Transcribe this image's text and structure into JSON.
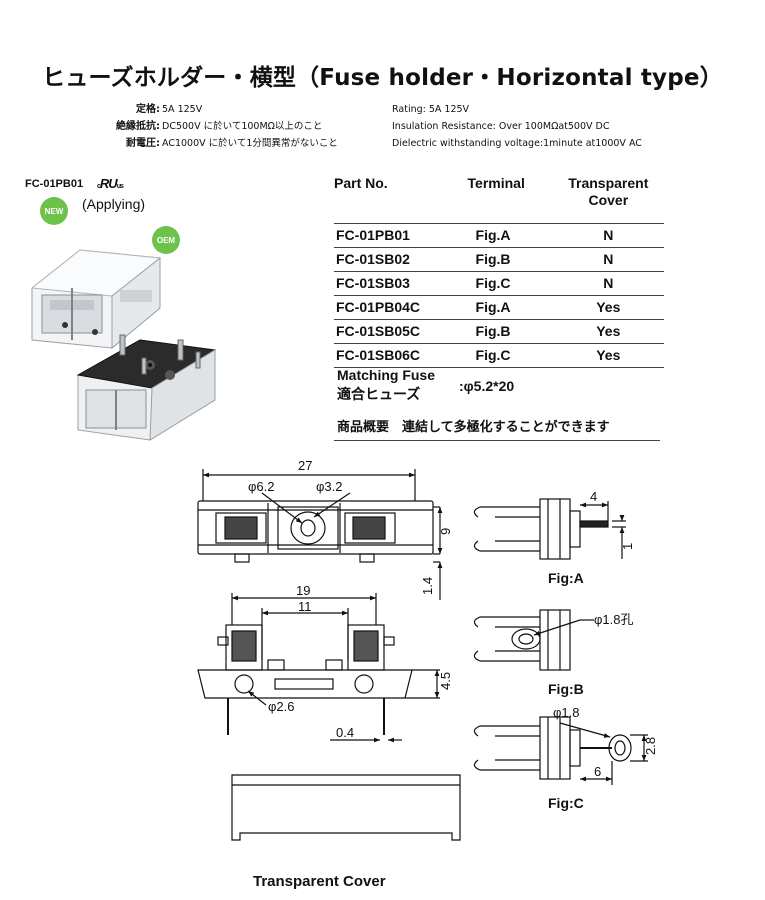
{
  "title": "ヒューズホルダー・横型（Fuse holder・Horizontal type）",
  "specs_jp": [
    {
      "label": "定格:",
      "value": "5A 125V"
    },
    {
      "label": "絶縁抵抗:",
      "value": "DC500V に於いて100MΩ以上のこと"
    },
    {
      "label": "耐電圧:",
      "value": "AC1000V に於いて1分間異常がないこと"
    }
  ],
  "specs_en": [
    "Rating: 5A 125V",
    "Insulation  Resistance: Over  100MΩat500V DC",
    "Dielectric withstanding voltage:1minute at1000V AC"
  ],
  "product": {
    "model": "FC-01PB01",
    "ul_mark": "c",
    "ul_mark_main": "RU",
    "ul_mark_suffix": "us",
    "new_badge": "NEW",
    "applying": "(Applying)",
    "oem_badge": "OEM"
  },
  "table": {
    "headers": {
      "part": "Part No.",
      "terminal": "Terminal",
      "cover_line1": "Transparent",
      "cover_line2": "Cover"
    },
    "rows": [
      {
        "part": "FC-01PB01",
        "terminal": "Fig.A",
        "cover": "N"
      },
      {
        "part": "FC-01SB02",
        "terminal": "Fig.B",
        "cover": "N"
      },
      {
        "part": "FC-01SB03",
        "terminal": "Fig.C",
        "cover": "N"
      },
      {
        "part": "FC-01PB04C",
        "terminal": "Fig.A",
        "cover": "Yes"
      },
      {
        "part": "FC-01SB05C",
        "terminal": "Fig.B",
        "cover": "Yes"
      },
      {
        "part": "FC-01SB06C",
        "terminal": "Fig.C",
        "cover": "Yes"
      }
    ]
  },
  "matching": {
    "line1": "Matching Fuse",
    "line2": "適合ヒューズ",
    "value": ":φ5.2*20"
  },
  "overview": "商品概要　連結して多極化することができます",
  "dims": {
    "top_width": "27",
    "hole_big": "φ6.2",
    "hole_small": "φ3.2",
    "height_9": "9",
    "dim_1_4": "1.4",
    "width_19": "19",
    "width_11": "11",
    "height_4_5": "4.5",
    "hole_2_6": "φ2.6",
    "pin_0_4": "0.4",
    "fig_a_4": "4",
    "fig_a_1": "1",
    "fig_b_hole": "φ1.8孔",
    "fig_c_hole": "φ1.8",
    "fig_c_6": "6",
    "fig_c_2_8": "2.8"
  },
  "figures": {
    "a": "Fig:A",
    "b": "Fig:B",
    "c": "Fig:C"
  },
  "cover_label": "Transparent Cover"
}
